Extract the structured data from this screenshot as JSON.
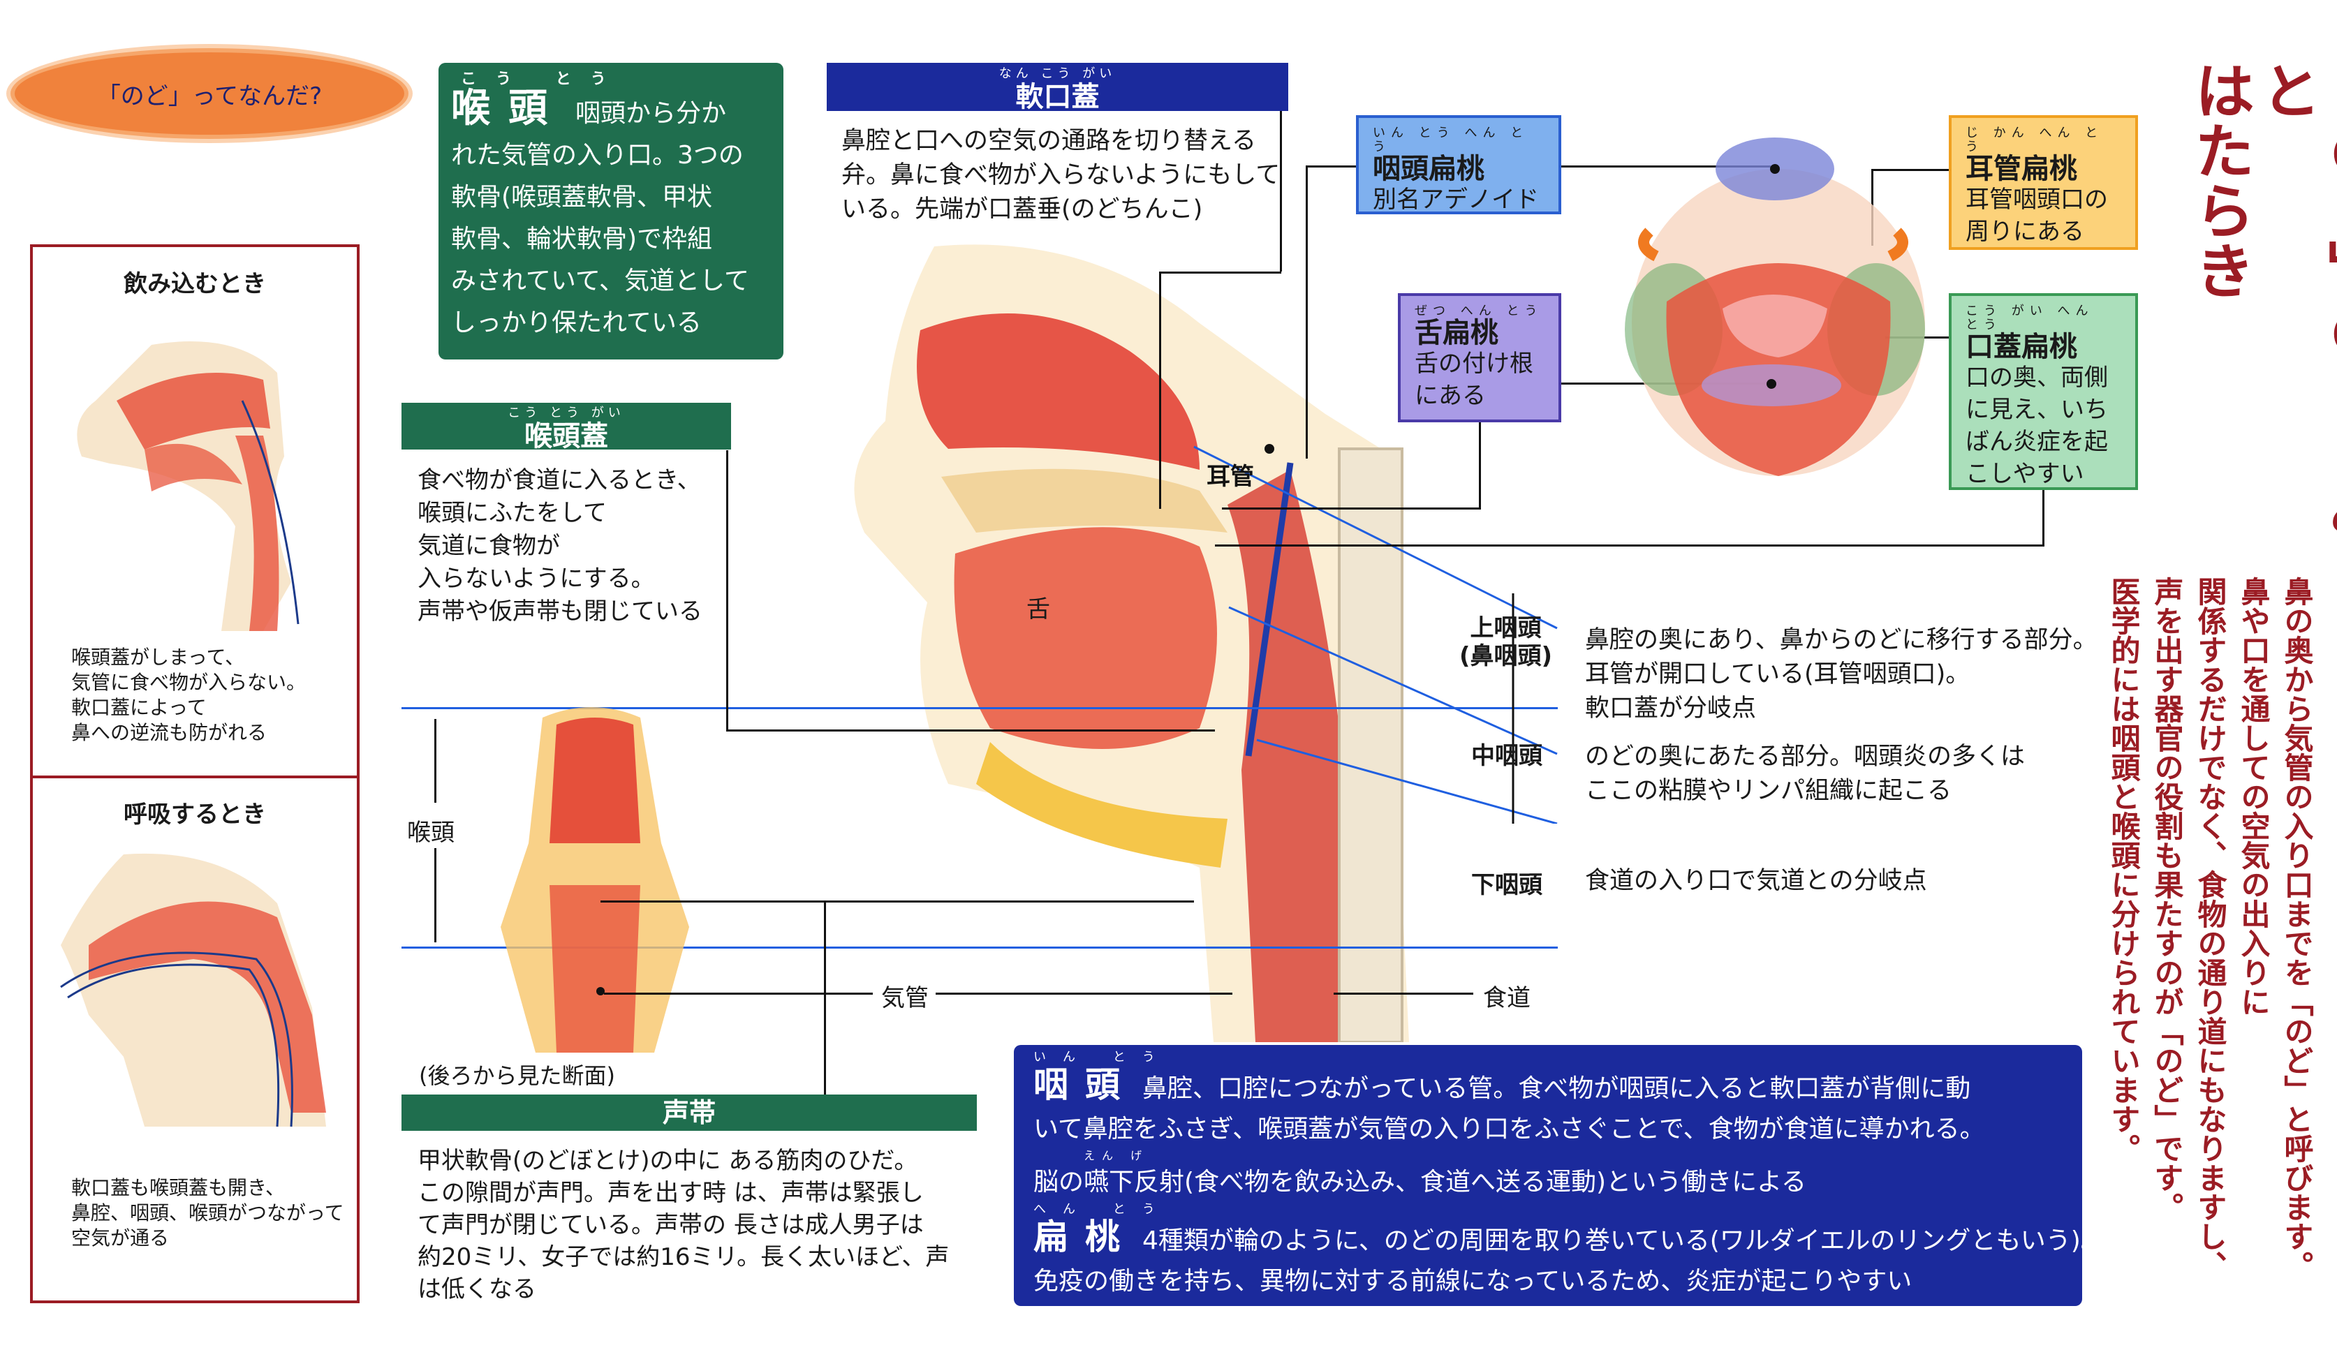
{
  "badge": {
    "title": "「のど」ってなんだ?"
  },
  "larynx_card": {
    "term": "喉頭",
    "reading": "こう とう",
    "lines": [
      "咽頭から分か",
      "れた気管の入り口。3つの",
      "軟骨(喉頭蓋軟骨、甲状",
      "軟骨、輪状軟骨)で枠組",
      "みされていて、気道として",
      "しっかり保たれている"
    ]
  },
  "side_panel": {
    "swallow": {
      "title": "飲み込むとき",
      "lines": [
        "喉頭蓋がしまって、",
        "気管に食べ物が入らない。",
        "軟口蓋によって",
        "鼻への逆流も防がれる"
      ]
    },
    "breathe": {
      "title": "呼吸するとき",
      "lines": [
        "軟口蓋も喉頭蓋も開き、",
        "鼻腔、咽頭、喉頭がつながって",
        "空気が通る"
      ]
    }
  },
  "soft_palate": {
    "term": "軟口蓋",
    "reading": "なん こう がい",
    "lines": [
      "鼻腔と口への空気の通路を切り替える",
      "弁。鼻に食べ物が入らないようにもして",
      "いる。先端が口蓋垂(のどちんこ)"
    ]
  },
  "epiglottis": {
    "term": "喉頭蓋",
    "reading": "こう とう がい",
    "lines": [
      "食べ物が食道に入るとき、",
      "喉頭にふたをして",
      "気道に食物が",
      "入らないようにする。",
      "声帯や仮声帯も閉じている"
    ]
  },
  "vocal_cords": {
    "term": "声帯",
    "lines": [
      "甲状軟骨(のどぼとけ)の中に ある筋肉のひだ。",
      "この隙間が声門。声を出す時 は、声帯は緊張し",
      "て声門が閉じている。声帯の 長さは成人男子は",
      "約20ミリ、女子では約16ミリ。長く太いほど、声",
      "は低くなる"
    ],
    "caption": "(後ろから見た断面)"
  },
  "tonsils": {
    "adenoid": {
      "term": "咽頭扁桃",
      "reading": "いん とう へん とう",
      "desc": "別名アデノイド",
      "color": "#7fb0ee"
    },
    "lingual": {
      "term": "舌扁桃",
      "reading": "ぜつ へん とう",
      "desc": [
        "舌の付け根",
        "にある"
      ],
      "color": "#a99be6"
    },
    "tubal": {
      "term": "耳管扁桃",
      "reading": "じ かん へん とう",
      "desc": [
        "耳管咽頭口の",
        "周りにある"
      ],
      "color": "#fcd27a"
    },
    "palatine": {
      "term": "口蓋扁桃",
      "reading": "こう がい へん とう",
      "desc": [
        "口の奥、両側",
        "に見え、いち",
        "ばん炎症を起",
        "こしやすい"
      ],
      "color": "#abdfbb"
    }
  },
  "anatomy_labels": {
    "eustachian": "耳管",
    "tongue": "舌",
    "larynx": "喉頭",
    "trachea": "気管",
    "esophagus": "食道",
    "naso": [
      "上咽頭",
      "(鼻咽頭)"
    ],
    "oro": "中咽頭",
    "hypo": "下咽頭"
  },
  "pharynx_regions": {
    "naso": [
      "鼻腔の奥にあり、鼻からのどに移行する部分。",
      "耳管が開口している(耳管咽頭口)。",
      "軟口蓋が分岐点"
    ],
    "oro": [
      "のどの奥にあたる部分。咽頭炎の多くは",
      "ここの粘膜やリンパ組織に起こる"
    ],
    "hypo": [
      "食道の入り口で気道との分岐点"
    ]
  },
  "summary": {
    "pharynx": {
      "term": "咽頭",
      "reading": "いん とう",
      "lines": [
        "鼻腔、口腔につながっている管。食べ物が咽頭に入ると軟口蓋が背側に動",
        "いて鼻腔をふさぎ、喉頭蓋が気管の入り口をふさぐことで、食物が食道に導かれる。",
        "脳の嚥下反射(食べ物を飲み込み、食道へ送る運動)という働きによる"
      ],
      "reading2": "えん げ"
    },
    "tonsil": {
      "term": "扁桃",
      "reading": "へん とう",
      "lines": [
        "4種類が輪のように、のどの周囲を取り巻いている(ワルダイエルのリングともいう)。",
        "免疫の働きを持ち、異物に対する前線になっているため、炎症が起こりやすい"
      ]
    }
  },
  "feature": {
    "title": [
      "「のど」のしくみと",
      "はたらき"
    ],
    "body": [
      "鼻の奥から気管の入り口までを「のど」と呼びます。",
      "鼻や口を通しての空気の出入りに",
      "関係するだけでなく、食物の通り道にもなりますし、",
      "声を出す器官の役割も果たすのが「のど」です。",
      "医学的には咽頭と喉頭に分けられています。"
    ],
    "color": "#9b1c24"
  }
}
